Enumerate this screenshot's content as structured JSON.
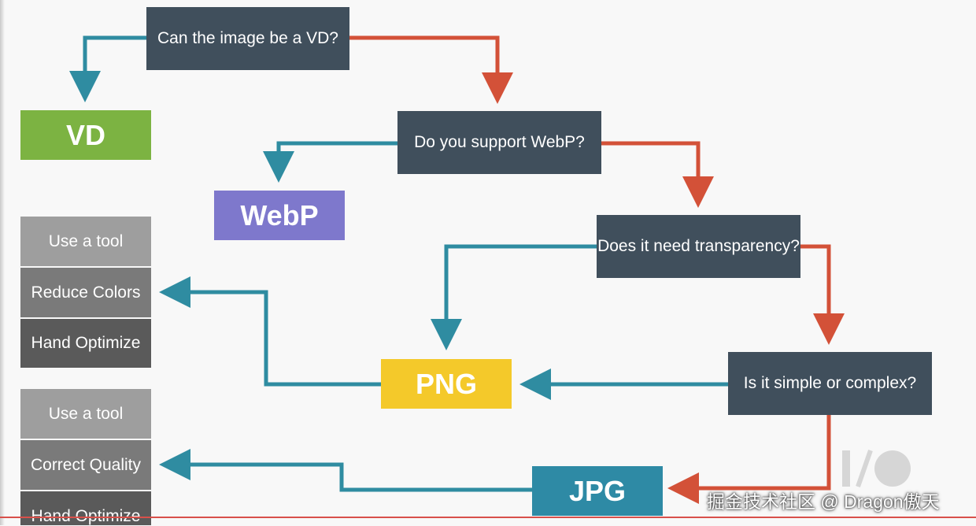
{
  "questions": {
    "q1": "Can the image be a VD?",
    "q2": "Do you support WebP?",
    "q3": "Does it need transparency?",
    "q4": "Is it simple or complex?"
  },
  "outcomes": {
    "vd": "VD",
    "webp": "WebP",
    "png": "PNG",
    "jpg": "JPG"
  },
  "png_steps": [
    "Use a tool",
    "Reduce Colors",
    "Hand Optimize"
  ],
  "jpg_steps": [
    "Use a tool",
    "Correct Quality",
    "Hand Optimize"
  ],
  "watermark": "掘金技术社区 @ Dragon傲天",
  "colors": {
    "question_box": "#404f5c",
    "yes_arrow": "#d35138",
    "no_arrow": "#2f8ca1",
    "vd": "#7cb342",
    "webp": "#7e78cc",
    "png": "#f4c92a",
    "jpg": "#2e8aa5"
  },
  "icons": {
    "logo": "io-logo-icon"
  }
}
